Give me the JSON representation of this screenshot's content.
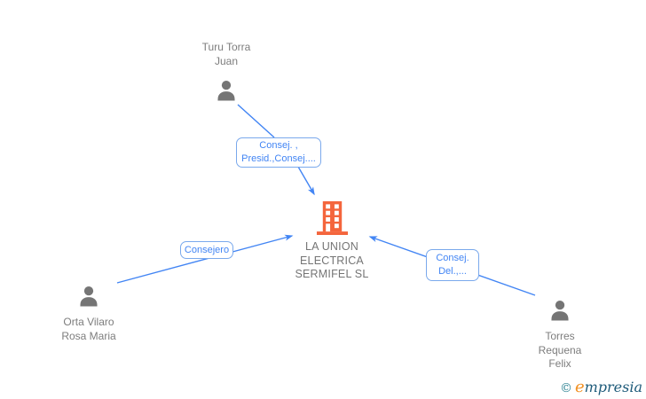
{
  "graph": {
    "company": {
      "id": "la-union-electrica-sermifel-sl",
      "lines": [
        "LA UNION",
        "ELECTRICA",
        "SERMIFEL SL"
      ]
    },
    "persons": {
      "top": {
        "id": "turu-torra-juan",
        "lines": [
          "Turu Torra",
          "Juan"
        ]
      },
      "left": {
        "id": "orta-vilaro-rosa-maria",
        "lines": [
          "Orta Vilaro",
          "Rosa Maria"
        ]
      },
      "right": {
        "id": "torres-requena-felix",
        "lines": [
          "Torres",
          "Requena",
          "Felix"
        ]
      }
    },
    "edges": {
      "top": {
        "from": "Turu Torra Juan",
        "to": "LA UNION ELECTRICA SERMIFEL SL",
        "label_lines": [
          "Consej. ,",
          "Presid.,Consej...."
        ]
      },
      "left": {
        "from": "Orta Vilaro Rosa Maria",
        "to": "LA UNION ELECTRICA SERMIFEL SL",
        "label_lines": [
          "Consejero"
        ]
      },
      "right": {
        "from": "Torres Requena Felix",
        "to": "LA UNION ELECTRICA SERMIFEL SL",
        "label_lines": [
          "Consej.",
          "Del.,..."
        ]
      }
    }
  },
  "colors": {
    "edge_blue": "#4285f4",
    "label_border_blue": "#7aa9ec",
    "label_text_blue": "#4285f4",
    "person_gray": "#757575",
    "name_text_gray": "#7d7d7d",
    "company_orange": "#f4653c",
    "watermark_teal": "#2a8191",
    "watermark_orange": "#f29123",
    "watermark_navy": "#1e5b7a",
    "background": "#ffffff"
  },
  "watermark": {
    "copyright": "©",
    "brand_initial": "e",
    "brand_rest": "mpresia"
  }
}
